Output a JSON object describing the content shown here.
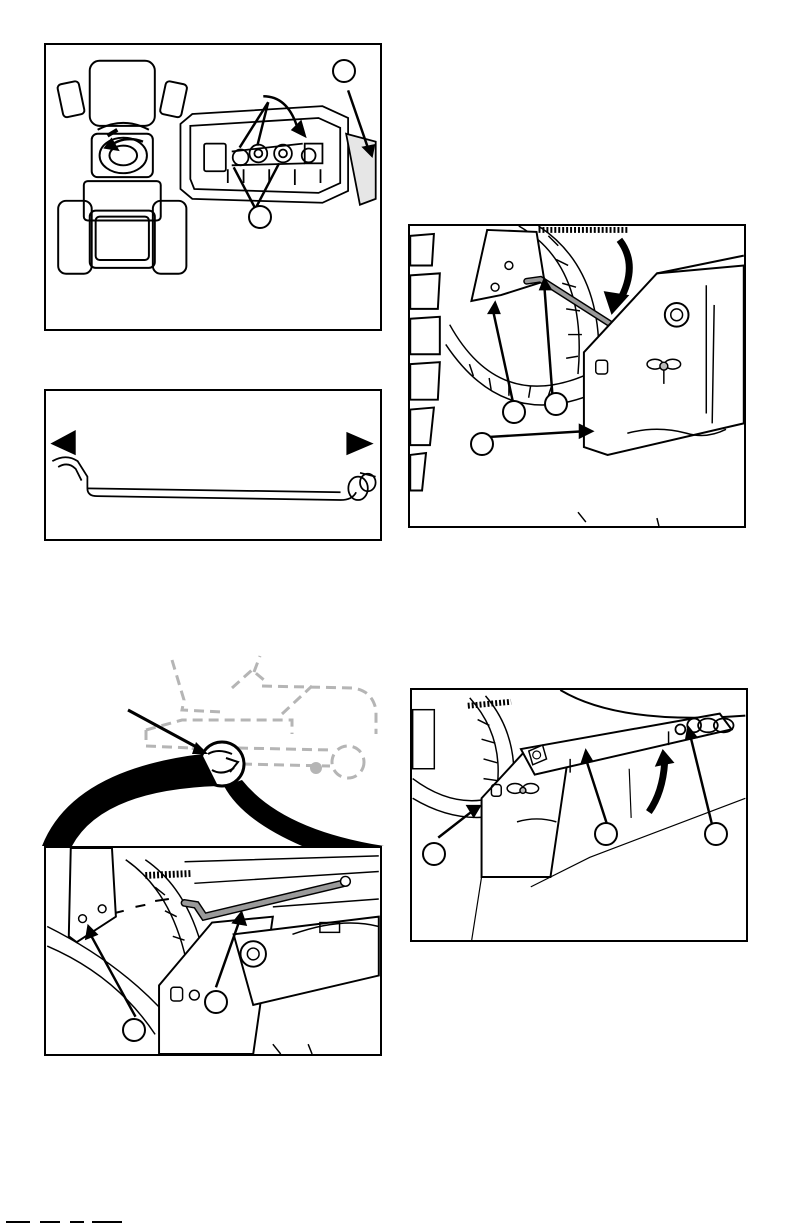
{
  "figures": [
    {
      "id": "deck-belt-overview",
      "callouts": [
        "",
        ""
      ]
    },
    {
      "id": "drawbar-part",
      "callouts": []
    },
    {
      "id": "lift-link-bracket",
      "callouts": [
        "",
        "",
        ""
      ]
    },
    {
      "id": "tractor-locator",
      "callouts": []
    },
    {
      "id": "drawbar-installed",
      "callouts": [
        "",
        ""
      ]
    },
    {
      "id": "lift-arm-clevis",
      "callouts": [
        "",
        "",
        ""
      ]
    }
  ],
  "colors": {
    "ink": "#000000",
    "rod": "#9a9a9a",
    "ghost": "#b5b5b5"
  }
}
